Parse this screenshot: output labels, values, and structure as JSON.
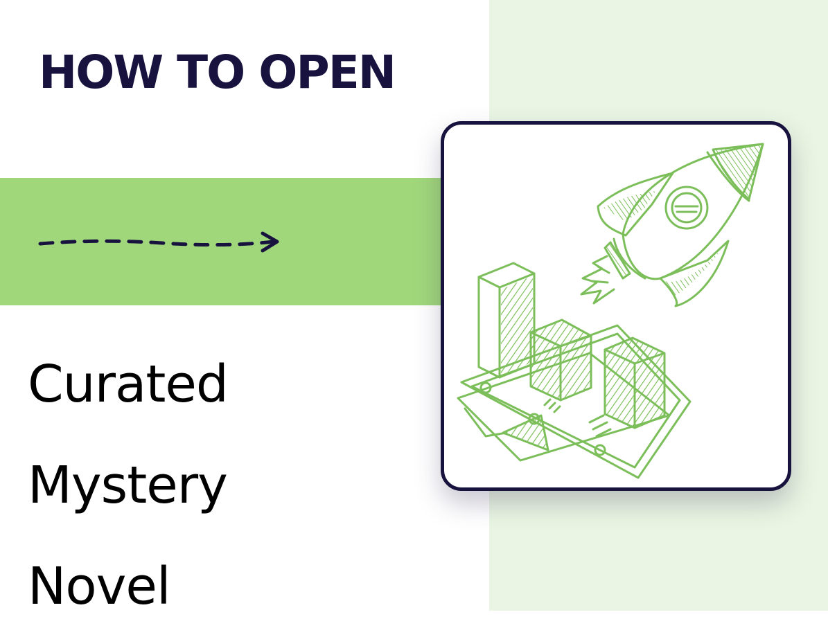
{
  "heading": "HOW TO OPEN",
  "title_lines": [
    "Curated",
    "Mystery",
    "Novel"
  ],
  "colors": {
    "navy": "#17123e",
    "green_band": "#a0d77b",
    "right_panel": "#eaf6e3",
    "sketch_green": "#7cbf5a"
  },
  "illustration": {
    "icon": "rocket-and-bar-chart-icon"
  }
}
